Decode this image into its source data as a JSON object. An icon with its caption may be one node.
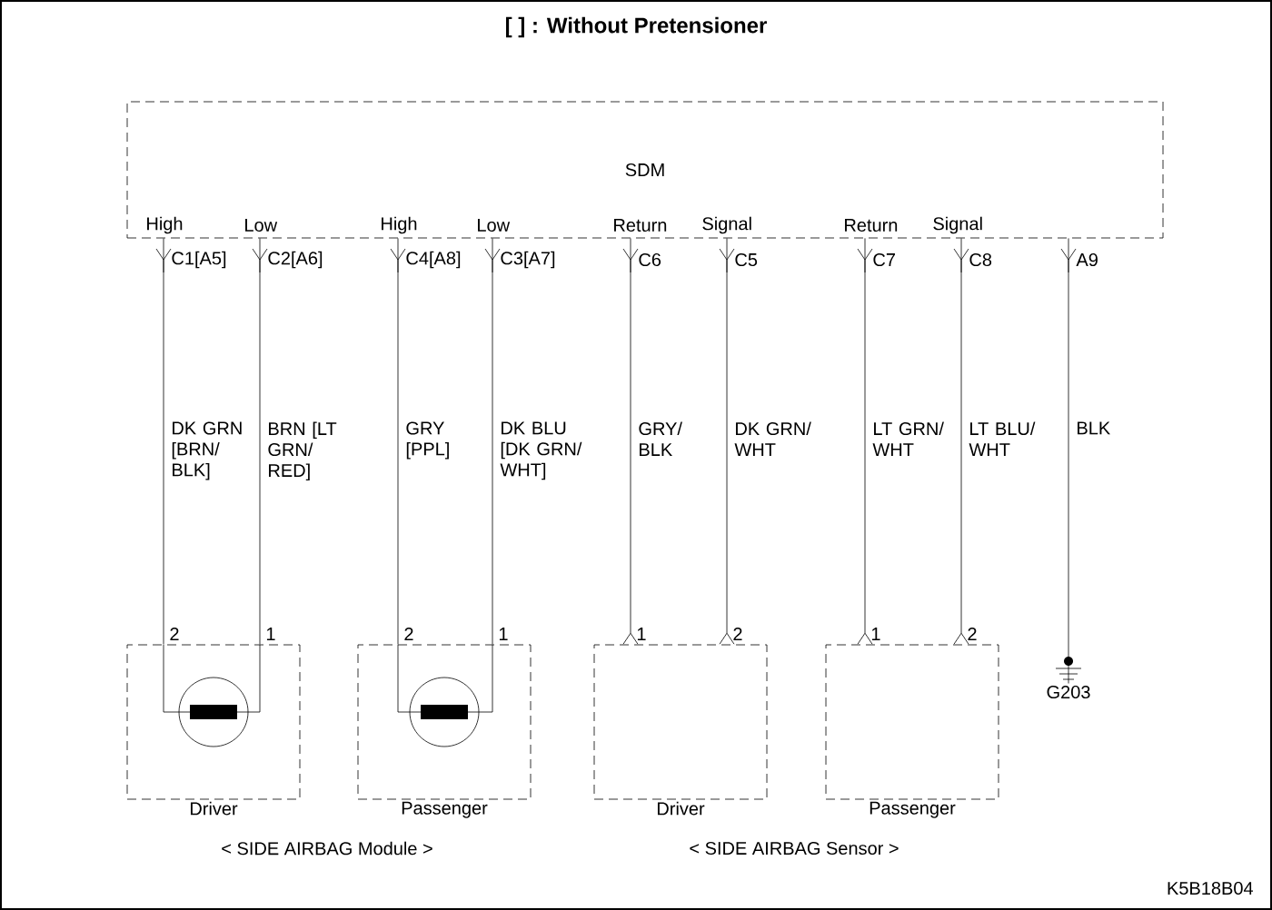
{
  "diagram": {
    "title": "[   ] : Without Pretensioner",
    "nodes": [
      {
        "text": [
          "SDM"
        ]
      },
      {
        "text": [
          "Driver"
        ]
      },
      {
        "text": [
          "Passenger"
        ]
      },
      {
        "text": [
          "Driver"
        ]
      },
      {
        "text": [
          "Passenger"
        ]
      },
      {
        "text": [
          "G203"
        ]
      }
    ],
    "edges": [
      {
        "from": 0,
        "to": 1,
        "arrow": "none",
        "label": "DK GRN [BRN/ BLK]"
      },
      {
        "from": 0,
        "to": 1,
        "arrow": "none",
        "label": "BRN [LT GRN/ RED]"
      },
      {
        "from": 0,
        "to": 2,
        "arrow": "none",
        "label": "GRY [PPL]"
      },
      {
        "from": 0,
        "to": 2,
        "arrow": "none",
        "label": "DK BLU [DK GRN/ WHT]"
      },
      {
        "from": 0,
        "to": 3,
        "arrow": "other",
        "label": "GRY/ BLK"
      },
      {
        "from": 0,
        "to": 3,
        "arrow": "other",
        "label": "DK GRN/ WHT"
      },
      {
        "from": 0,
        "to": 4,
        "arrow": "other",
        "label": "LT GRN/ WHT"
      },
      {
        "from": 0,
        "to": 4,
        "arrow": "other",
        "label": "LT BLU/ WHT"
      },
      {
        "from": 0,
        "to": 5,
        "arrow": "none",
        "label": "BLK"
      }
    ],
    "labels": [
      "High",
      "Low",
      "High",
      "Low",
      "Return",
      "Signal",
      "Return",
      "Signal",
      "C1[A5]",
      "C2[A6]",
      "C4[A8]",
      "C3[A7]",
      "C6",
      "C5",
      "C7",
      "C8",
      "A9",
      "2",
      "1",
      "2",
      "1",
      "1",
      "2",
      "1",
      "2",
      "< SIDE AIRBAG Module >",
      "< SIDE AIRBAG Sensor >",
      "K5B18B04"
    ]
  }
}
